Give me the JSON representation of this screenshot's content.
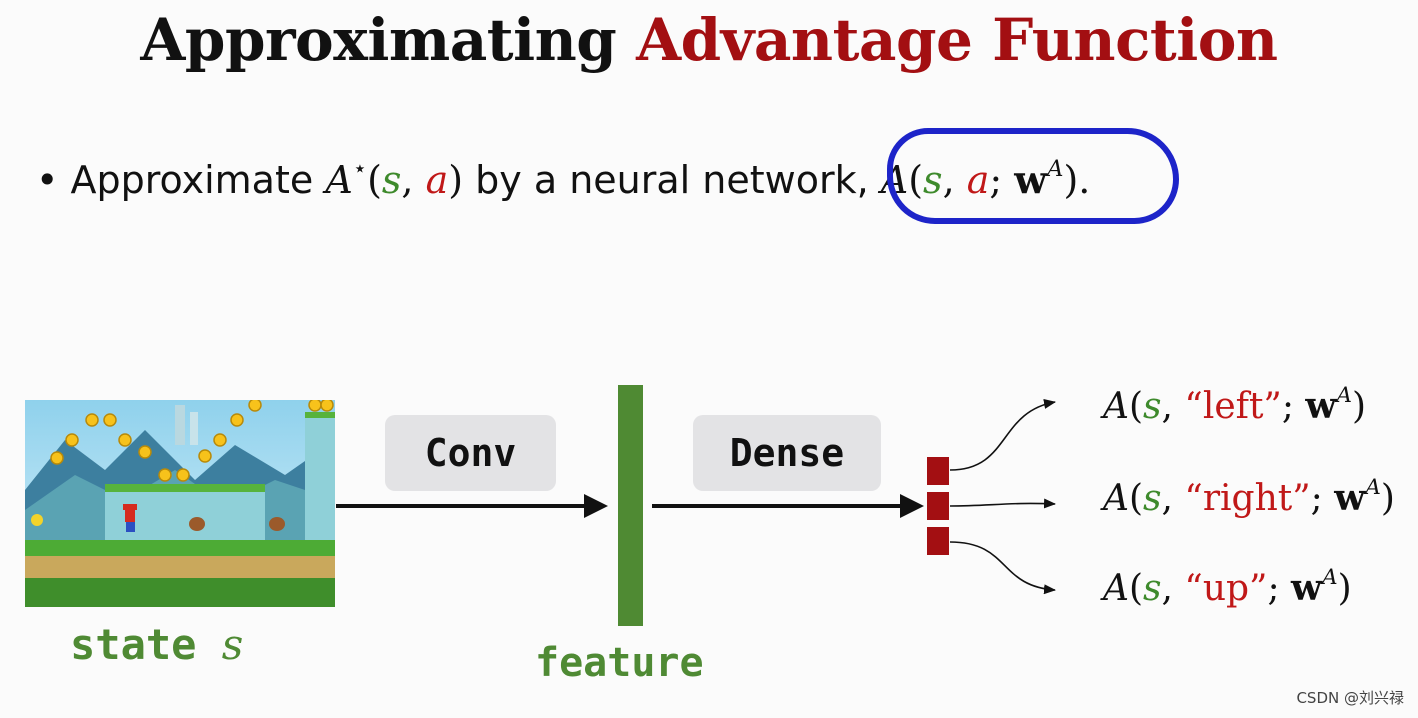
{
  "title": {
    "part1": "Approximating ",
    "part2": "Advantage Function"
  },
  "bullet": {
    "marker": "•",
    "text1": "Approximate ",
    "star_A": "A",
    "star": "⋆",
    "open_paren": "(",
    "s": "s",
    "comma": ", ",
    "a": "a",
    "close_paren": ")",
    "text2": " by a neural network, ",
    "net_A": "A",
    "net_open": "(",
    "net_s": "s",
    "net_comma": ", ",
    "net_a": "a",
    "net_semi": "; ",
    "net_w": "w",
    "net_sup": "A",
    "net_close": ").",
    "highlight_color": "#1d24c9"
  },
  "diagram": {
    "state_label": "state",
    "state_var": "s",
    "conv_label": "Conv",
    "dense_label": "Dense",
    "feature_label": "feature",
    "outputs": [
      {
        "A": "A",
        "open": "(",
        "s": "s",
        "comma": ", ",
        "action": "“left”",
        "semi": "; ",
        "w": "w",
        "sup": "A",
        "close": ")"
      },
      {
        "A": "A",
        "open": "(",
        "s": "s",
        "comma": ", ",
        "action": "“right”",
        "semi": "; ",
        "w": "w",
        "sup": "A",
        "close": ")"
      },
      {
        "A": "A",
        "open": "(",
        "s": "s",
        "comma": ", ",
        "action": "“up”",
        "semi": "; ",
        "w": "w",
        "sup": "A",
        "close": ")"
      }
    ]
  },
  "colors": {
    "title_accent": "#a30f12",
    "green": "#4f8a34",
    "red": "#c01818",
    "feature_bar": "#4f8a33"
  },
  "watermark": "CSDN @刘兴禄"
}
